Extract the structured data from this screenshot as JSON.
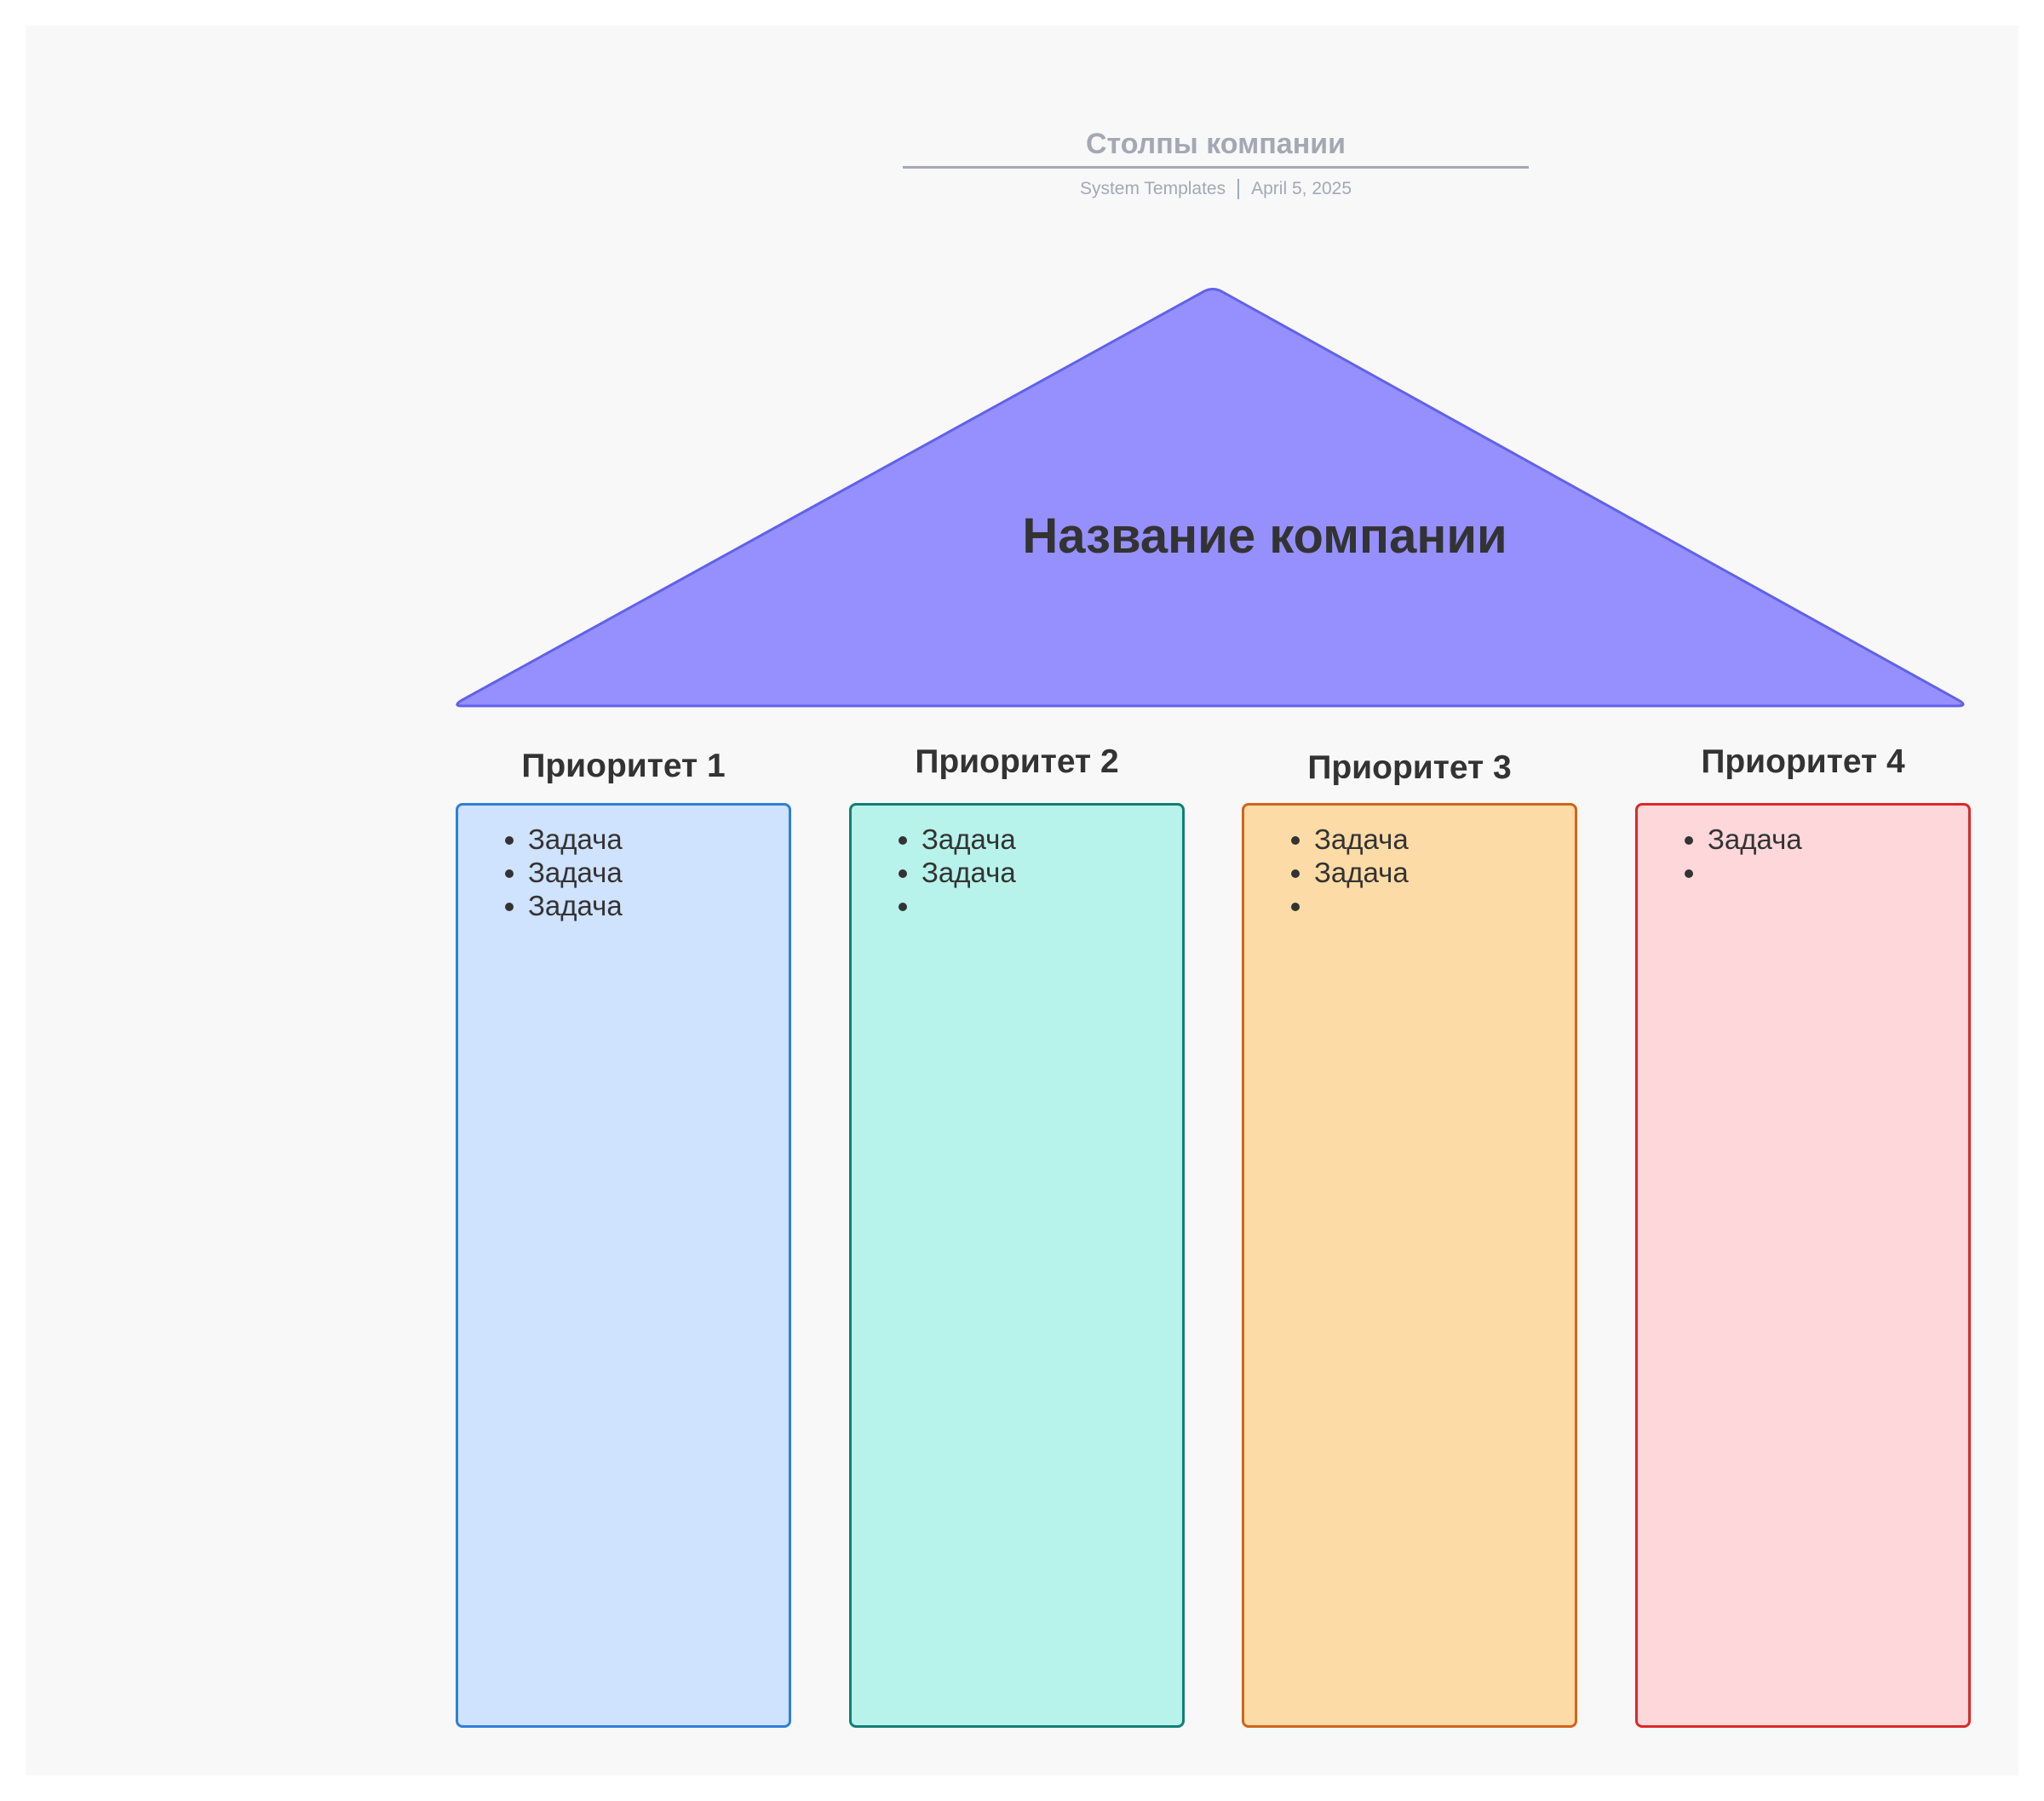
{
  "header": {
    "title": "Столпы компании",
    "source": "System Templates",
    "date": "April 5, 2025"
  },
  "roof": {
    "label": "Название компании",
    "fill": "#9590fe",
    "stroke": "#6161ea"
  },
  "pillars": [
    {
      "title": "Приоритет 1",
      "fill": "#cfe2fe",
      "border": "#2f7fd8",
      "items": [
        "Задача",
        "Задача",
        "Задача"
      ]
    },
    {
      "title": "Приоритет 2",
      "fill": "#b7f3eb",
      "border": "#137f72",
      "items": [
        "Задача",
        "Задача",
        ""
      ]
    },
    {
      "title": "Приоритет 3",
      "fill": "#fddba6",
      "border": "#d0651a",
      "items": [
        "Задача",
        "Задача",
        ""
      ]
    },
    {
      "title": "Приоритет 4",
      "fill": "#fed7da",
      "border": "#dc2828",
      "items": [
        "Задача",
        ""
      ]
    }
  ]
}
